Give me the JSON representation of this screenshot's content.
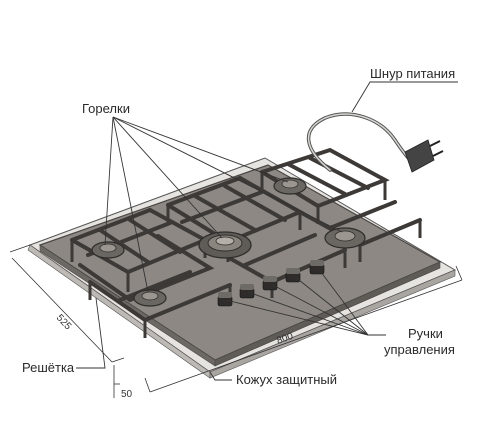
{
  "labels": {
    "burners": "Горелки",
    "power_cord": "Шнур питания",
    "grate": "Решётка",
    "knobs_line1": "Ручки",
    "knobs_line2": "управления",
    "protective_casing": "Кожух защитный"
  },
  "dimensions": {
    "width": "800",
    "depth": "525",
    "offset": "50"
  },
  "colors": {
    "glass": "#8a8580",
    "glass_edge": "#5a5650",
    "grate": "#4b4745",
    "casing": "#dcdad6",
    "line": "#3a3a3a"
  }
}
